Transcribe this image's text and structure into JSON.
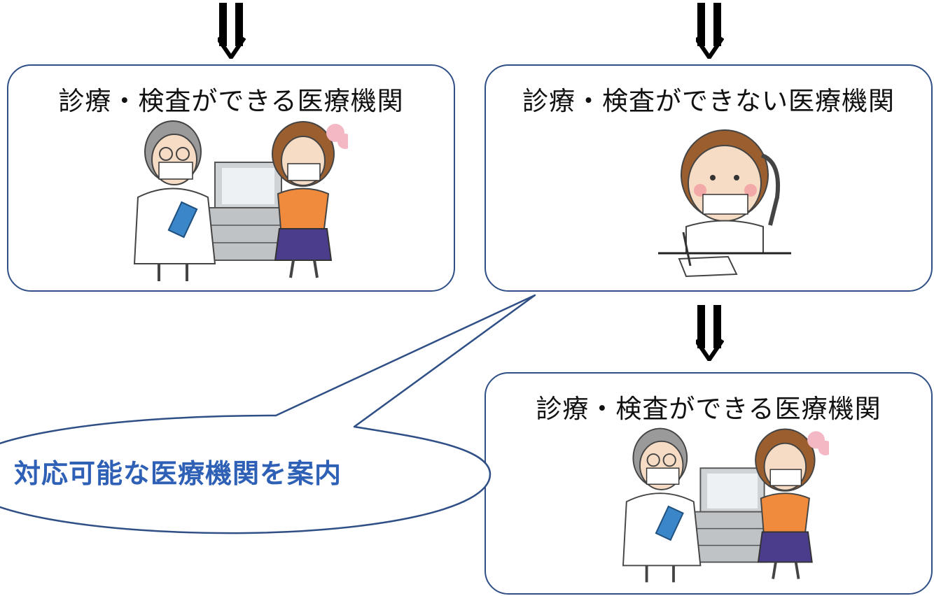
{
  "panels": {
    "left": {
      "title": "診療・検査ができる医療機関",
      "illustration": "doctor-patient-illustration"
    },
    "right_top": {
      "title": "診療・検査ができない医療機関",
      "illustration": "nurse-phone-illustration"
    },
    "right_bottom": {
      "title": "診療・検査ができる医療機関",
      "illustration": "doctor-patient-illustration"
    }
  },
  "callout": {
    "text": "対応可能な医療機関を案内"
  },
  "colors": {
    "panel_border": "#2f4f86",
    "callout_text": "#2e60b6",
    "arrow": "#000000"
  }
}
